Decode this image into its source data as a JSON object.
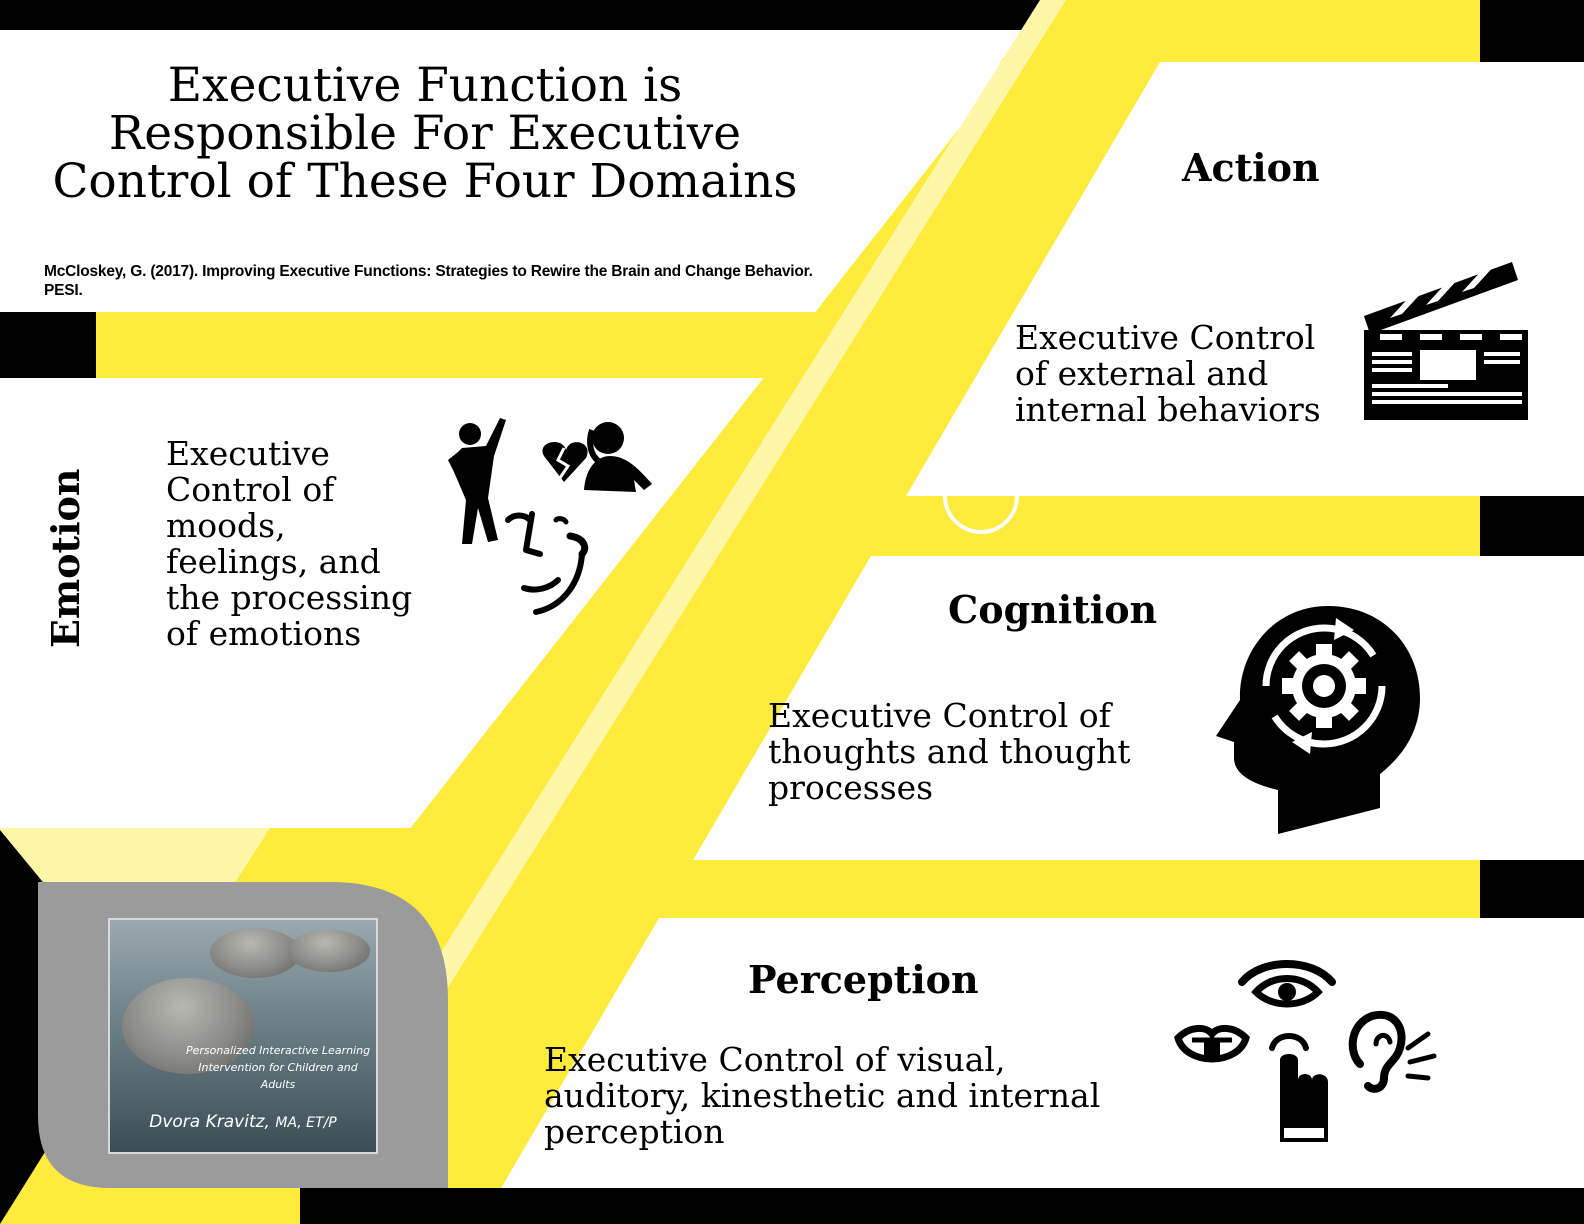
{
  "title": "Executive Function is Responsible For Executive Control of These Four Domains",
  "citation": "McCloskey, G. (2017). Improving Executive Functions: Strategies to Rewire the Brain and Change Behavior. PESI.",
  "domains": {
    "action": {
      "heading": "Action",
      "description": "Executive Control of external and internal behaviors",
      "icon": "clapperboard-icon"
    },
    "emotion": {
      "heading": "Emotion",
      "description": "Executive Control of moods, feelings, and the processing of emotions",
      "icon": "emotions-icon"
    },
    "cognition": {
      "heading": "Cognition",
      "description": "Executive Control of thoughts and thought processes",
      "icon": "head-gear-icon"
    },
    "perception": {
      "heading": "Perception",
      "description": "Executive Control of visual, auditory, kinesthetic and internal perception",
      "icon": "senses-icon"
    }
  },
  "book_cover": {
    "tagline": "Personalized Interactive Learning Intervention for Children and Adults",
    "author": "Dvora Kravitz,",
    "credentials": "MA, ET/P"
  },
  "colors": {
    "yellow": "#ffeb3b",
    "light_yellow": "#fff6a8",
    "black": "#000000",
    "gray": "#9b9b9b"
  }
}
